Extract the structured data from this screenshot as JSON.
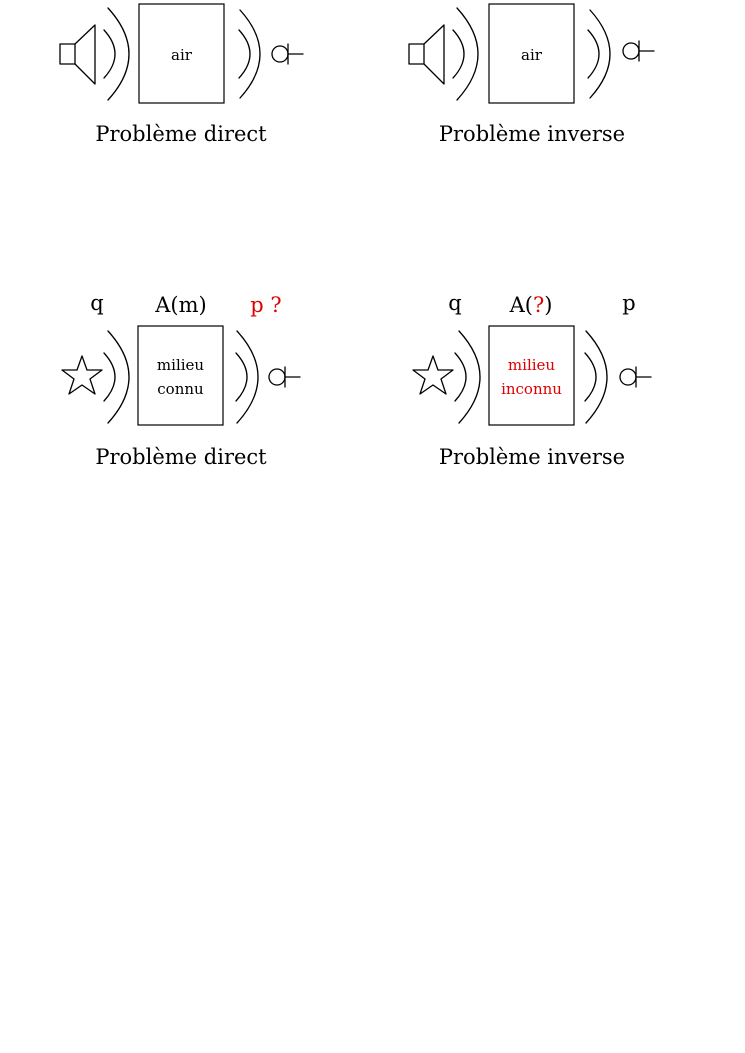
{
  "colors": {
    "ink": "#000000",
    "highlight": "#e00000",
    "background": "#ffffff"
  },
  "icons": [
    "speaker-icon",
    "star-source-icon",
    "microphone-icon",
    "sound-wave-icon"
  ],
  "panels": {
    "top_left": {
      "medium": "air",
      "caption": "Problème direct"
    },
    "top_right": {
      "medium": "air",
      "caption": "Problème inverse"
    },
    "bottom_left": {
      "source_label": "q",
      "operator_label": "A(m)",
      "output_label": "p ?",
      "medium_line1": "milieu",
      "medium_line2": "connu",
      "caption": "Problème direct"
    },
    "bottom_right": {
      "source_label": "q",
      "operator_prefix": "A(",
      "operator_unknown": "?",
      "operator_suffix": ")",
      "output_label": "p",
      "medium_line1": "milieu",
      "medium_line2": "inconnu",
      "caption": "Problème inverse"
    }
  }
}
